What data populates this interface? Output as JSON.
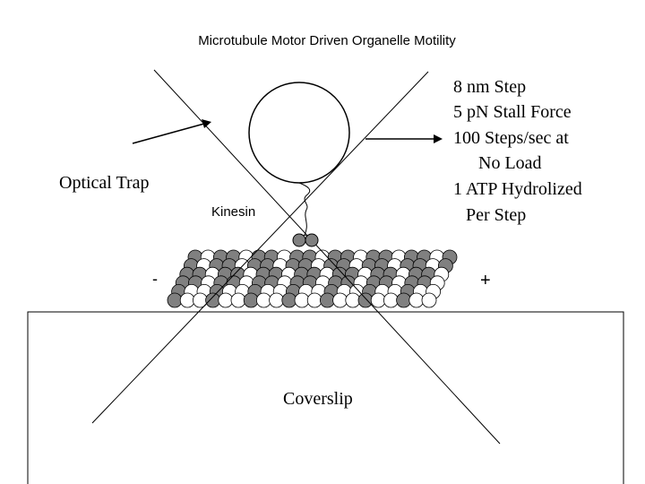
{
  "title": "Microtubule Motor Driven Organelle Motility",
  "labels": {
    "optical_trap": "Optical Trap",
    "kinesin": "Kinesin",
    "minus_end": "-",
    "plus_end": "+",
    "coverslip": "Coverslip"
  },
  "properties": [
    "8 nm Step",
    "5 pN Stall Force",
    "100 Steps/sec at",
    "No Load",
    "1 ATP Hydrolized",
    "Per Step"
  ],
  "colors": {
    "tubulin_dark": "#808080",
    "tubulin_light": "#ffffff",
    "stroke": "#000000"
  }
}
